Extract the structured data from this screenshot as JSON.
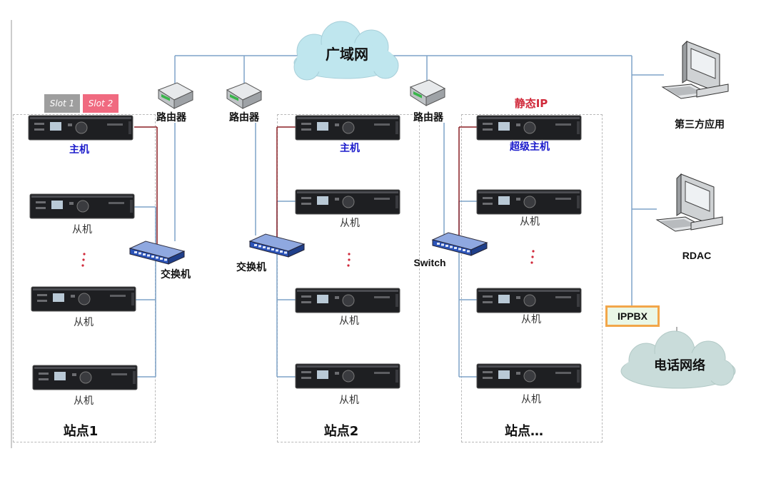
{
  "wan": {
    "label": "广域网"
  },
  "phone_network": {
    "label": "电话网络"
  },
  "router_label": "路由器",
  "slots": {
    "slot1": "Slot 1",
    "slot2": "Slot 2",
    "slot1_color": "#9e9e9e",
    "slot2_color": "#f06a80"
  },
  "static_ip": "静态IP",
  "sites": [
    {
      "name": "站点1",
      "master": "主机",
      "slave": "从机",
      "switch": "交换机"
    },
    {
      "name": "站点2",
      "master": "主机",
      "slave": "从机",
      "switch": "交换机"
    },
    {
      "name": "站点…",
      "master": "超级主机",
      "slave": "从机",
      "switch": "Switch"
    }
  ],
  "third_party": "第三方应用",
  "rdac": "RDAC",
  "ippbx": "IPPBX",
  "colors": {
    "link_blue": "#7fa3c8",
    "link_red": "#8a1f24",
    "cloud": "#bfe6ee",
    "cloud_gray": "#c9dcda"
  }
}
